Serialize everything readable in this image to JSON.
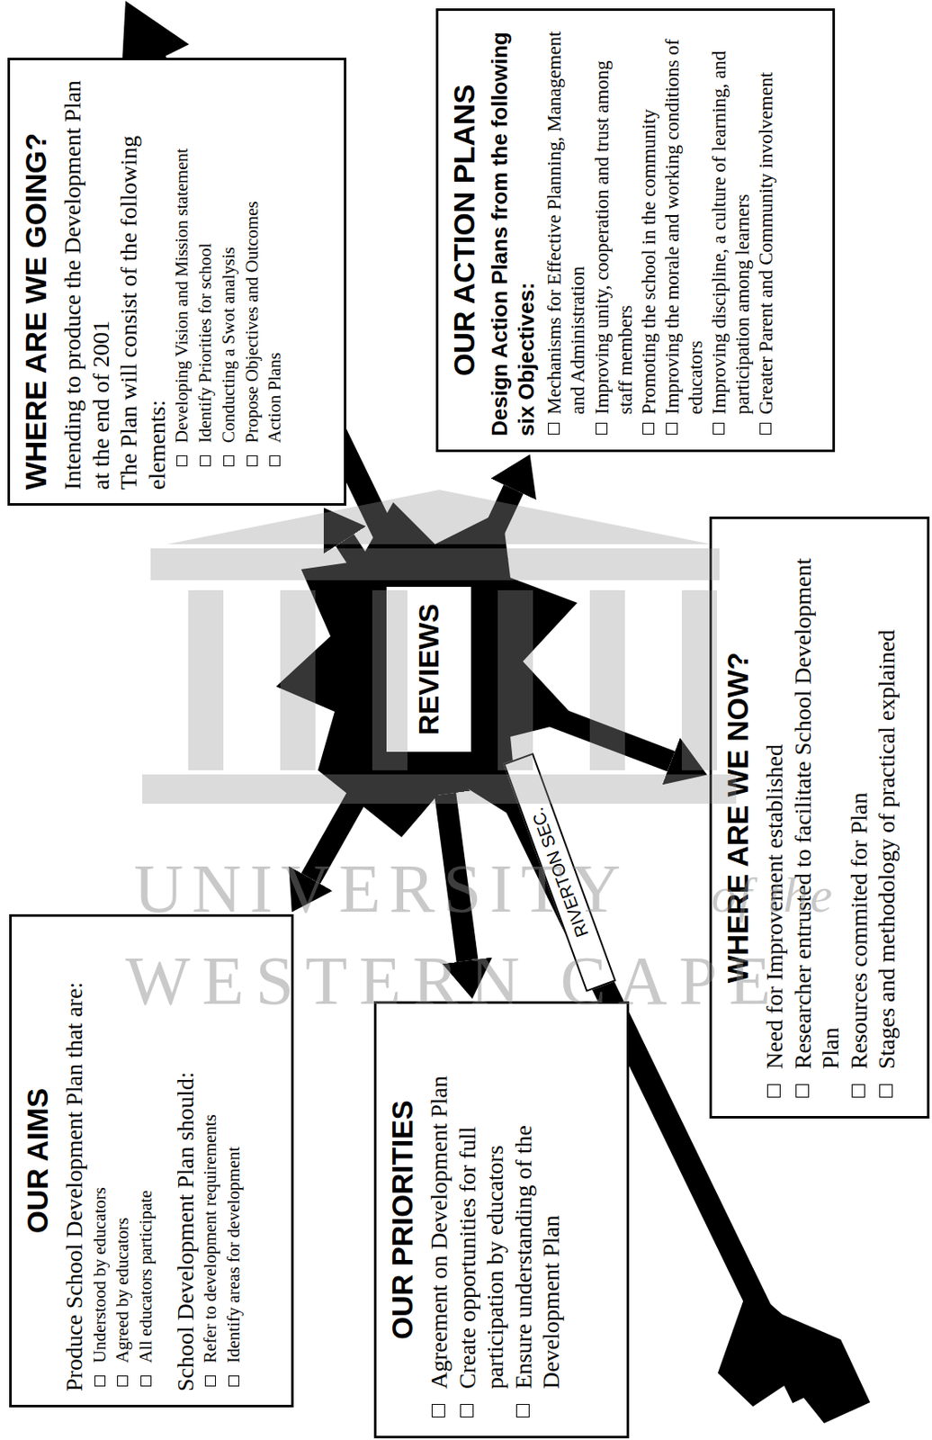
{
  "diagram": {
    "nodes": [
      {
        "text": [
          "OUR AIMS",
          "Produce School Development Plan that are:",
          "Understood by educators",
          "Agreed by educators",
          "All educators participate",
          "School Development Plan should:",
          "Refer to development requirements",
          "Identify areas for development"
        ]
      },
      {
        "text": [
          "OUR PRIORITIES",
          "Agreement on Development Plan",
          "Create opportunities for full participation by educators",
          "Ensure understanding of the Development Plan"
        ]
      },
      {
        "text": [
          "WHERE ARE WE NOW?",
          "Need for Improvement established",
          "Researcher entrusted to facilitate School Development Plan",
          "Resources commited for Plan",
          "Stages and methodology of practical explained"
        ]
      },
      {
        "text": [
          "WHERE ARE WE GOING?",
          "Intending to produce the Development Plan at the end of 2001",
          "The Plan will consist of the following elements:",
          "Developing Vision and Mission statement",
          "Identify Priorities for school",
          "Conducting a Swot analysis",
          "Propose Objectives and Outcomes",
          "Action Plans"
        ]
      },
      {
        "text": [
          "OUR ACTION PLANS",
          "Design Action Plans from the following six Objectives:",
          "Mechanisms for Effective Planning, Management and Administration",
          "Improving unity, cooperation and trust among staff members",
          "Promoting the school in the community",
          "Improving the morale and working conditions of educators",
          "Improving discipline, a culture of learning, and participation among learners",
          "Greater Parent and Community involvement"
        ]
      },
      {
        "text": [
          "REVIEWS"
        ]
      },
      {
        "text": [
          "RIVERTON SEC."
        ]
      }
    ],
    "edges": [
      {
        "from": 5,
        "to": 0,
        "arrow": "both"
      },
      {
        "from": 5,
        "to": 1,
        "arrow": "both"
      },
      {
        "from": 5,
        "to": 2,
        "arrow": "both"
      },
      {
        "from": 5,
        "to": 3,
        "arrow": "both"
      },
      {
        "from": 5,
        "to": 4,
        "arrow": "both"
      }
    ],
    "labels": [
      "UNIVERSITY",
      "of the",
      "WESTERN CAPE"
    ]
  }
}
